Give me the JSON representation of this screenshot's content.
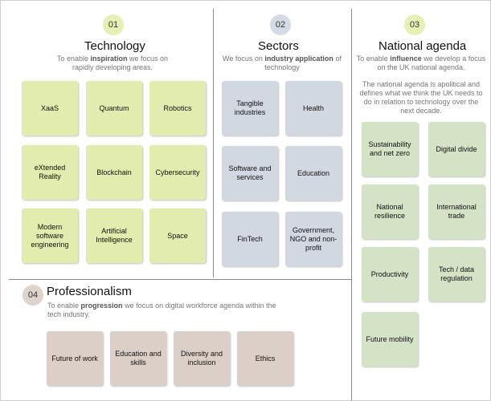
{
  "colors": {
    "technology_card": "#e2ecae",
    "sectors_card": "#d2d8e2",
    "national_card": "#d4e2c6",
    "professionalism_card": "#dccfc7",
    "num_technology": "#e6f0b4",
    "num_sectors": "#d5dbe5",
    "num_national": "#e6f0b4",
    "num_professionalism": "#e0d3cb"
  },
  "technology": {
    "num": "01",
    "title": "Technology",
    "desc_pre": "To enable ",
    "desc_bold": "inspiration",
    "desc_post": " we focus on rapidly developing areas.",
    "cards": [
      "XaaS",
      "Quantum",
      "Robotics",
      "eXtended Reality",
      "Blockchain",
      "Cybersecurity",
      "Modern software engineering",
      "Artificial Intelligence",
      "Space"
    ]
  },
  "sectors": {
    "num": "02",
    "title": "Sectors",
    "desc_pre": "We focus on ",
    "desc_bold": "industry application",
    "desc_post": " of technology",
    "cards": [
      "Tangible industries",
      "Health",
      "Software and services",
      "Education",
      "FinTech",
      "Government, NGO and non-profit"
    ]
  },
  "national": {
    "num": "03",
    "title": "National agenda",
    "desc_pre": "To enable ",
    "desc_bold": "influence",
    "desc_post": " we develop a focus on the UK national agenda.",
    "desc2": "The national agenda is apolitical and defines what we think the UK needs to do in relation to technology over the next decade.",
    "cards": [
      "Sustainability and net zero",
      "Digital divide",
      "National resilience",
      "International trade",
      "Productivity",
      "Tech / data regulation",
      "Future mobility"
    ]
  },
  "professionalism": {
    "num": "04",
    "title": "Professionalism",
    "desc_pre": "To enable ",
    "desc_bold": "progression",
    "desc_post": " we focus on digital workforce agenda within the tech industry.",
    "cards": [
      "Future of work",
      "Education and skills",
      "Diversity and inclusion",
      "Ethics"
    ]
  }
}
